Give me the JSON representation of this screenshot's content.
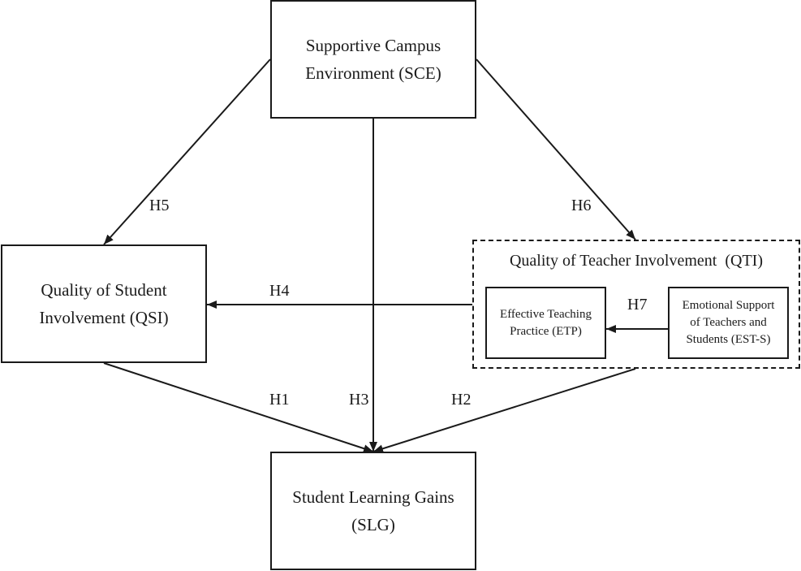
{
  "nodes": {
    "sce": {
      "lines": [
        "Supportive Campus",
        "Environment (SCE)"
      ]
    },
    "qsi": {
      "lines": [
        "Quality of Student",
        "Involvement (QSI)"
      ]
    },
    "slg": {
      "lines": [
        "Student Learning Gains",
        "(SLG)"
      ]
    },
    "qti": {
      "title": "Quality of Teacher Involvement  (QTI)",
      "etp": {
        "lines": [
          "Effective Teaching",
          "Practice  (ETP)"
        ]
      },
      "ests": {
        "lines": [
          "Emotional Support",
          "of Teachers and",
          "Students  (EST-S)"
        ]
      }
    }
  },
  "hypotheses": {
    "h1": "H1",
    "h2": "H2",
    "h3": "H3",
    "h4": "H4",
    "h5": "H5",
    "h6": "H6",
    "h7": "H7"
  },
  "edges": [
    {
      "from": "qsi",
      "to": "slg",
      "label": "h1"
    },
    {
      "from": "qti",
      "to": "slg",
      "label": "h2"
    },
    {
      "from": "sce",
      "to": "slg",
      "label": "h3"
    },
    {
      "from": "qti",
      "to": "qsi",
      "label": "h4"
    },
    {
      "from": "sce",
      "to": "qsi",
      "label": "h5"
    },
    {
      "from": "sce",
      "to": "qti",
      "label": "h6"
    },
    {
      "from": "ests",
      "to": "etp",
      "label": "h7"
    }
  ],
  "colors": {
    "stroke": "#1a1a1a",
    "background": "#ffffff"
  }
}
